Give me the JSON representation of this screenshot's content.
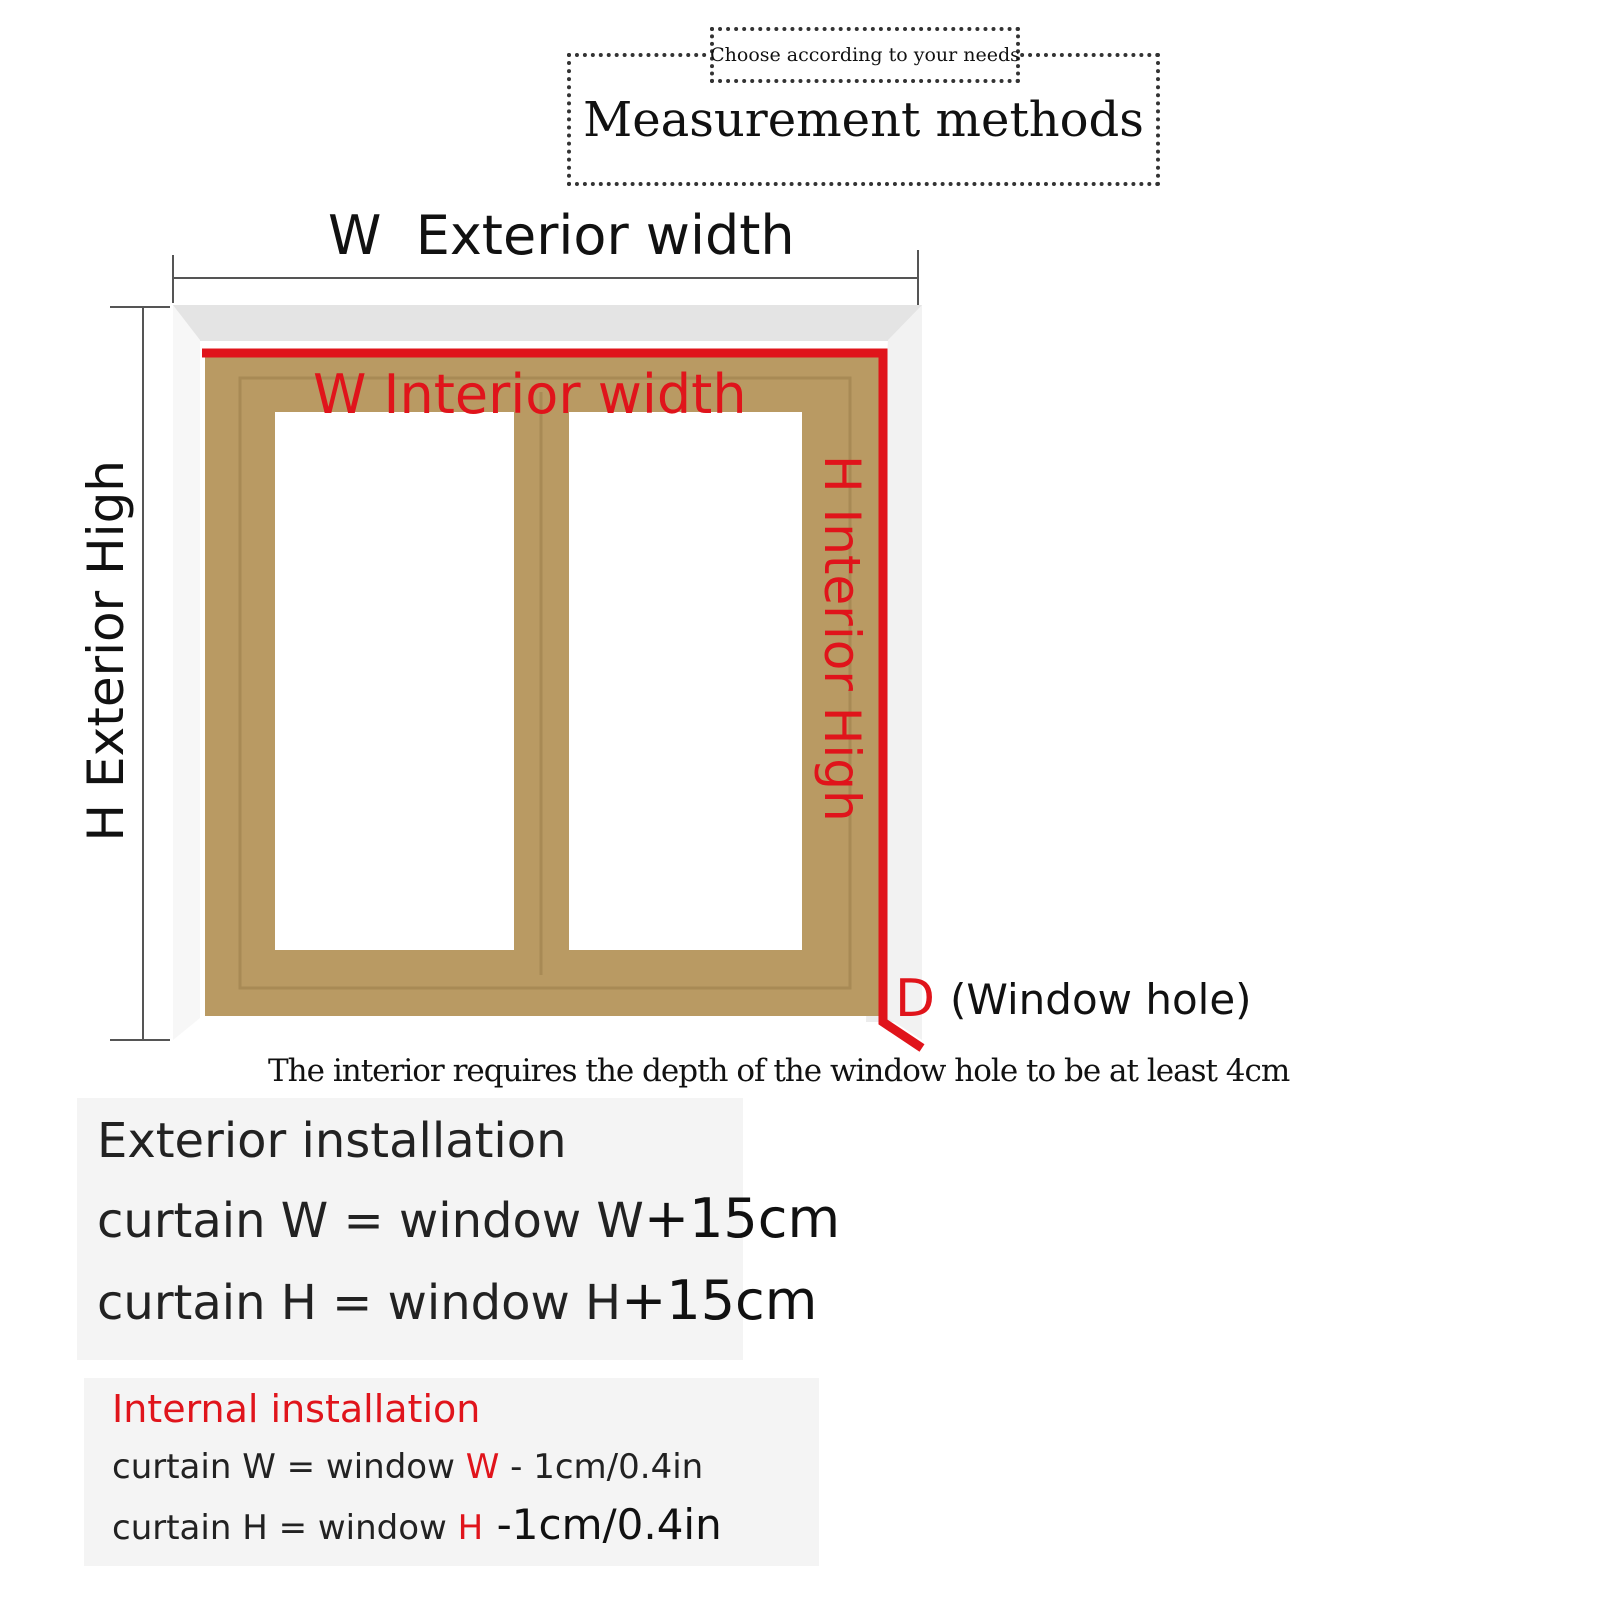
{
  "header": {
    "tab_label": "Choose according to your needs",
    "title": "Measurement methods"
  },
  "diagram": {
    "w_exterior": "W  Exterior width",
    "h_exterior": "H Exterior High",
    "w_interior": "W Interior width",
    "h_interior": "H Interior High",
    "d_letter": "D",
    "d_text": "(Window hole)",
    "note": "The interior requires the depth of the window hole to be at least 4cm"
  },
  "exterior": {
    "title": "Exterior installation",
    "line1_text": "curtain W = window W",
    "line1_add": "+15cm",
    "line2_text": "curtain H = window H",
    "line2_add": "+15cm"
  },
  "internal": {
    "title": "Internal installation",
    "line1_prefix": "curtain W = window ",
    "line1_letter": "W",
    "line1_suffix": " - 1cm/0.4in",
    "line2_prefix": "curtain H = window ",
    "line2_letter": "H",
    "line2_suffix": " -1cm/0.4in"
  },
  "colors": {
    "accent_red": "#e0141b",
    "frame": "#b99a63",
    "wall": "#ececec"
  }
}
